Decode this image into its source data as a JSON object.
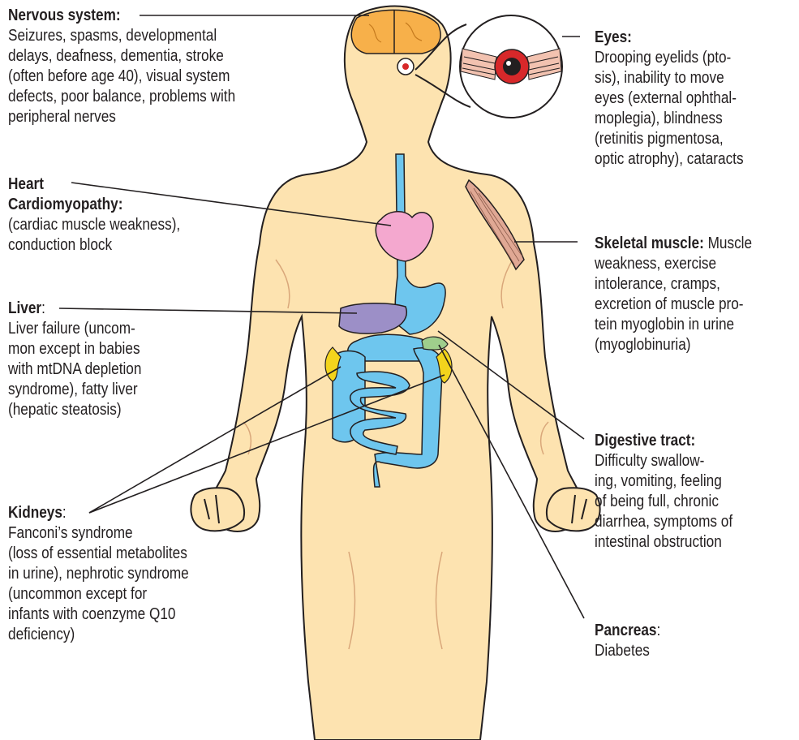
{
  "labels": {
    "nervous": {
      "title": "Nervous system:",
      "lines": [
        "Seizures, spasms, developmental",
        "delays, deafness, dementia, stroke",
        "(often before age 40), visual system",
        "defects, poor balance, problems with",
        "peripheral nerves"
      ]
    },
    "heart": {
      "title_line1": "Heart",
      "title_line2": "Cardiomyopathy:",
      "lines": [
        "(cardiac muscle weakness),",
        "conduction block"
      ]
    },
    "liver": {
      "title": "Liver",
      "title_suffix": ":",
      "lines": [
        "Liver failure (uncom-",
        "mon except in babies",
        "with mtDNA depletion",
        "syndrome), fatty liver",
        "(hepatic steatosis)"
      ]
    },
    "kidneys": {
      "title": "Kidneys",
      "title_suffix": ":",
      "lines": [
        "Fanconi’s syndrome",
        "(loss of essential metabolites",
        "in urine), nephrotic syndrome",
        "(uncommon except for",
        "infants with coenzyme Q10",
        "deficiency)"
      ]
    },
    "eyes": {
      "title": "Eyes:",
      "lines": [
        "Drooping eyelids (pto-",
        "sis), inability to move",
        "eyes (external ophthal-",
        "moplegia), blindness",
        "(retinitis pigmentosa,",
        "optic atrophy), cataracts"
      ]
    },
    "muscle": {
      "title": "Skeletal muscle:",
      "first_line_rest": " Muscle",
      "lines": [
        "weakness, exercise",
        "intolerance, cramps,",
        "excretion of muscle pro-",
        "tein myoglobin in urine",
        "(myoglobinuria)"
      ]
    },
    "digestive": {
      "title": "Digestive tract:",
      "lines": [
        "Difficulty swallow-",
        "ing, vomiting, feeling",
        "of being full, chronic",
        "diarrhea, symptoms of",
        "intestinal obstruction"
      ]
    },
    "pancreas": {
      "title": "Pancreas",
      "title_suffix": ":",
      "lines": [
        "Diabetes"
      ]
    }
  },
  "colors": {
    "skin": "#fde3b0",
    "outline": "#231f20",
    "brain": "#f7b04a",
    "heart": "#f4a8cf",
    "liver": "#9c8fc7",
    "digestive": "#6ec6ee",
    "kidney": "#f3d41c",
    "pancreas": "#9fce8c",
    "muscle": "#e0a894",
    "iris": "#d7282a"
  }
}
